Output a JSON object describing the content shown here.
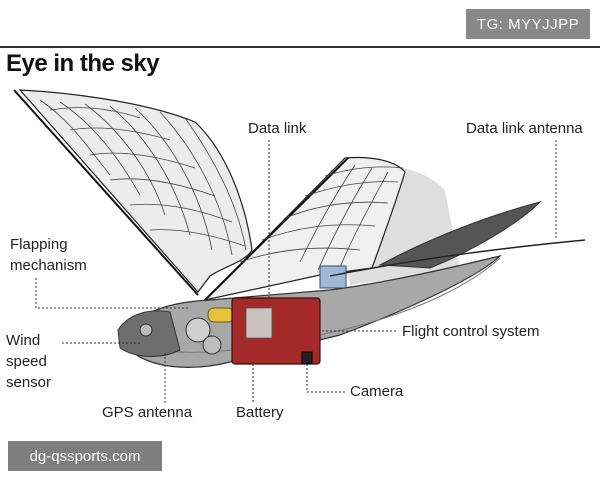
{
  "watermark_top": "TG: MYYJJPP",
  "watermark_bottom": "dg-qssports.com",
  "title": "Eye in the sky",
  "callouts": {
    "data_link": "Data link",
    "data_link_antenna": "Data link antenna",
    "flapping_line1": "Flapping",
    "flapping_line2": "mechanism",
    "wind_line1": "Wind",
    "wind_line2": "speed",
    "wind_line3": "sensor",
    "flight_control": "Flight control system",
    "camera": "Camera",
    "gps_antenna": "GPS antenna",
    "battery": "Battery"
  },
  "colors": {
    "battery_red": "#a32a28",
    "battery_panel": "#c9c2c1",
    "body_grey": "#9a9a9a",
    "tail_dark": "#505050",
    "wing_fill": "#e6e6e6",
    "data_link_blue": "#9fb8d8",
    "motor_yellow": "#e5c23a"
  }
}
